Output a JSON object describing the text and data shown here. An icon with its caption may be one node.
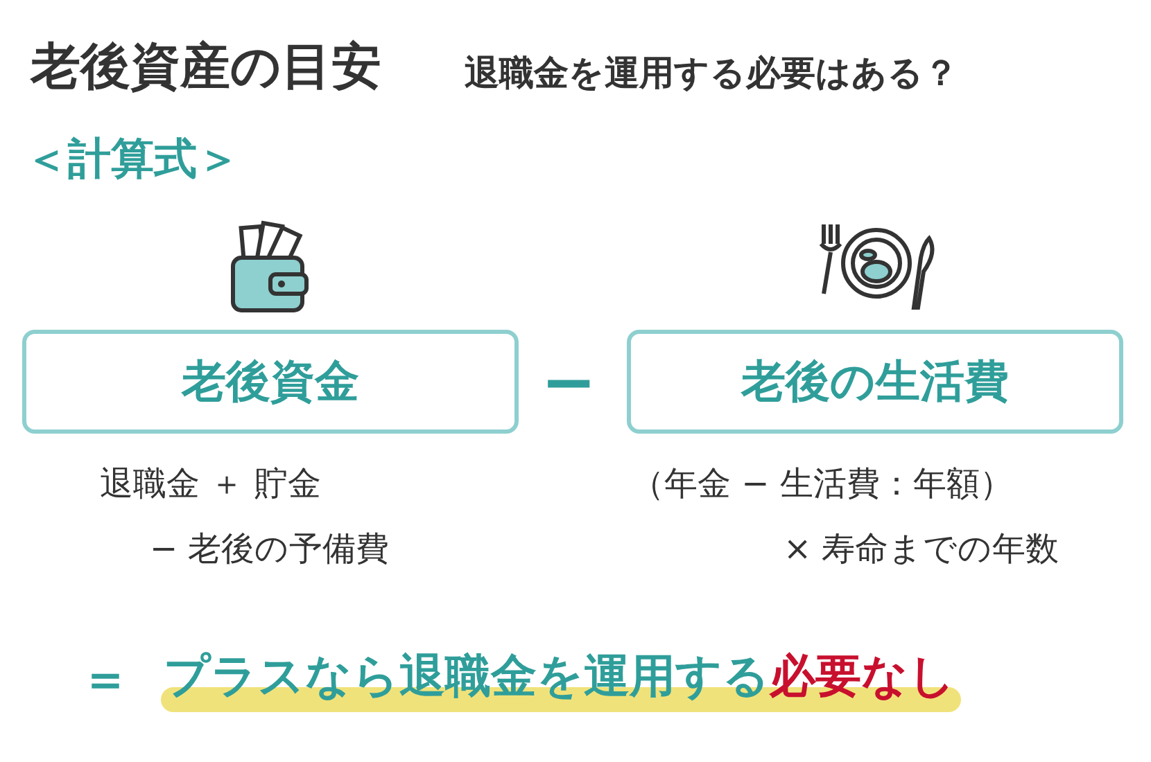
{
  "diagram": {
    "title": "老後資産の目安",
    "nodes": [
      {
        "text": [
          "老後資金"
        ],
        "beside": [
          "退職金 ＋ 貯金",
          "− 老後の予備費"
        ]
      },
      {
        "text": [
          "老後の生活費"
        ],
        "beside": [
          "（年金 − 生活費：年額）",
          "× 寿命までの年数"
        ]
      }
    ],
    "labels": [
      "退職金を運用する必要はある？",
      "＜計算式＞",
      "−",
      "＝",
      "プラスなら退職金を運用する",
      "必要なし"
    ]
  }
}
